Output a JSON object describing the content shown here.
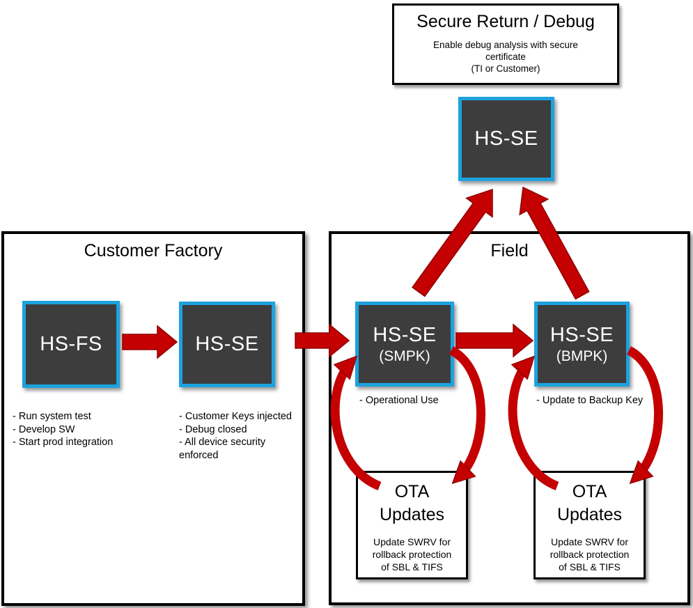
{
  "colors": {
    "arrow_red": "#C40000",
    "device_border_blue": "#1CA2DE",
    "device_fill_dark": "#3D3D3D"
  },
  "secure_return_box": {
    "title": "Secure Return / Debug",
    "body_lines": [
      "Enable debug analysis with secure",
      "certificate",
      "(TI or Customer)"
    ]
  },
  "top_device": {
    "label": "HS-SE"
  },
  "customer_factory": {
    "title": "Customer Factory",
    "hs_fs": {
      "label": "HS-FS",
      "notes": [
        "- Run system test",
        "- Develop SW",
        "- Start prod integration"
      ]
    },
    "hs_se": {
      "label": "HS-SE",
      "notes": [
        "- Customer Keys injected",
        "- Debug closed",
        "- All device security enforced"
      ]
    }
  },
  "field": {
    "title": "Field",
    "smpk": {
      "label": "HS-SE",
      "sublabel": "(SMPK)",
      "note": "- Operational Use"
    },
    "bmpk": {
      "label": "HS-SE",
      "sublabel": "(BMPK)",
      "note": "- Update to Backup Key"
    },
    "ota_left": {
      "title_lines": [
        "OTA",
        "Updates"
      ],
      "body_lines": [
        "Update SWRV for",
        "rollback protection",
        "of SBL & TIFS"
      ]
    },
    "ota_right": {
      "title_lines": [
        "OTA",
        "Updates"
      ],
      "body_lines": [
        "Update SWRV for",
        "rollback protection",
        "of SBL & TIFS"
      ]
    }
  }
}
